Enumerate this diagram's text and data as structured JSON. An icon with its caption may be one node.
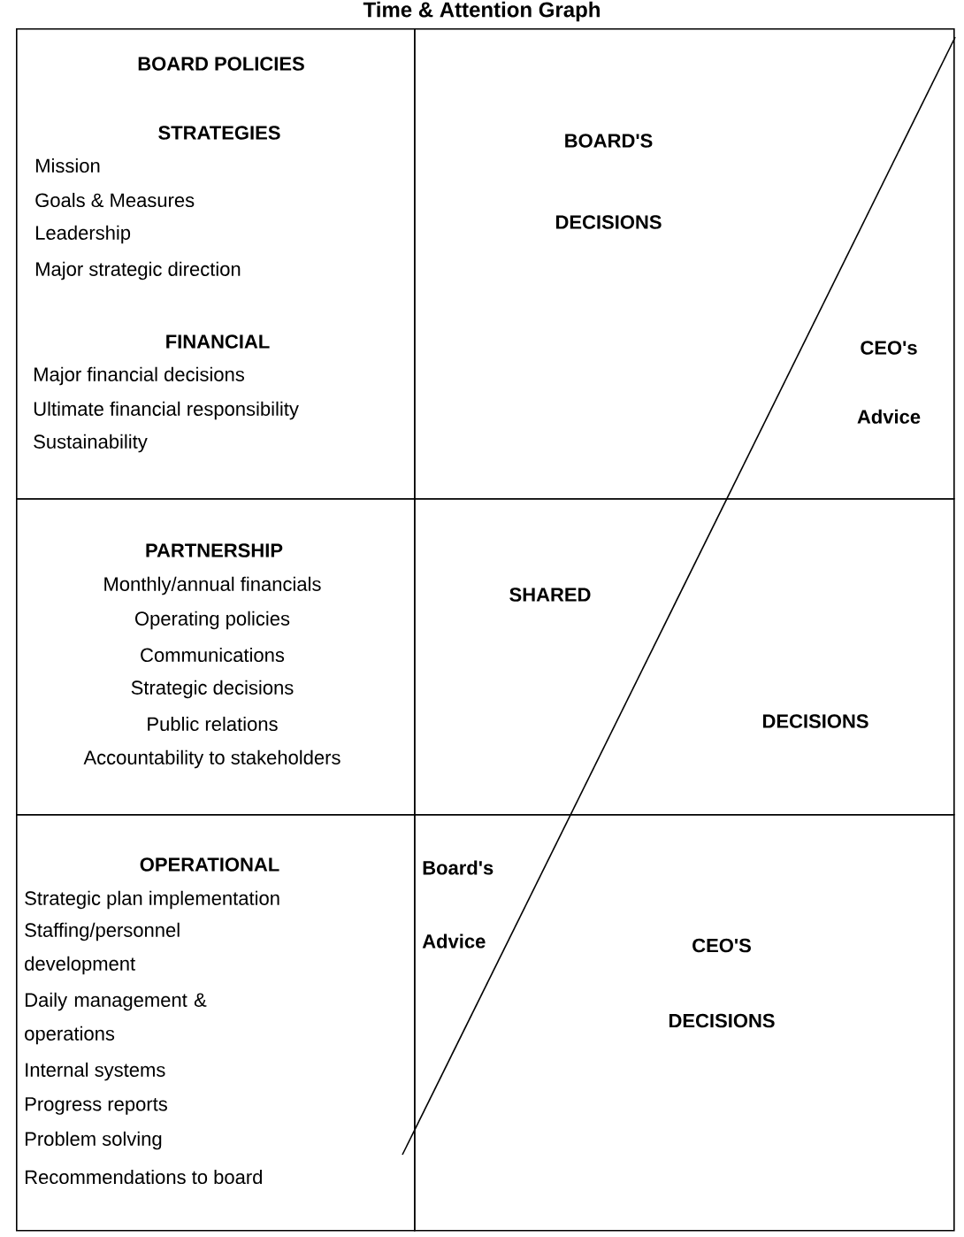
{
  "diagram": {
    "title": "Time & Attention Graph",
    "nodes": [
      {
        "text": [
          "BOARD POLICIES",
          "STRATEGIES",
          "Mission",
          "Goals & Measures",
          "Leadership",
          "Major strategic direction",
          "FINANCIAL",
          "Major financial decisions",
          "Ultimate financial responsibility",
          "Sustainability"
        ]
      },
      {
        "text": [
          "BOARD'S DECISIONS",
          "CEO's Advice"
        ]
      },
      {
        "text": [
          "PARTNERSHIP",
          "Monthly/annual financials",
          "Operating policies",
          "Communications",
          "Strategic decisions",
          "Public relations",
          "Accountability to stakeholders"
        ]
      },
      {
        "text": [
          "SHARED",
          "DECISIONS"
        ]
      },
      {
        "text": [
          "OPERATIONAL",
          "Strategic plan implementation",
          "Staffing/personnel development",
          "Daily management & operations",
          "Internal systems",
          "Progress reports",
          "Problem solving",
          "Recommendations to board"
        ]
      },
      {
        "text": [
          "Board's Advice",
          "CEO'S DECISIONS"
        ]
      }
    ]
  }
}
